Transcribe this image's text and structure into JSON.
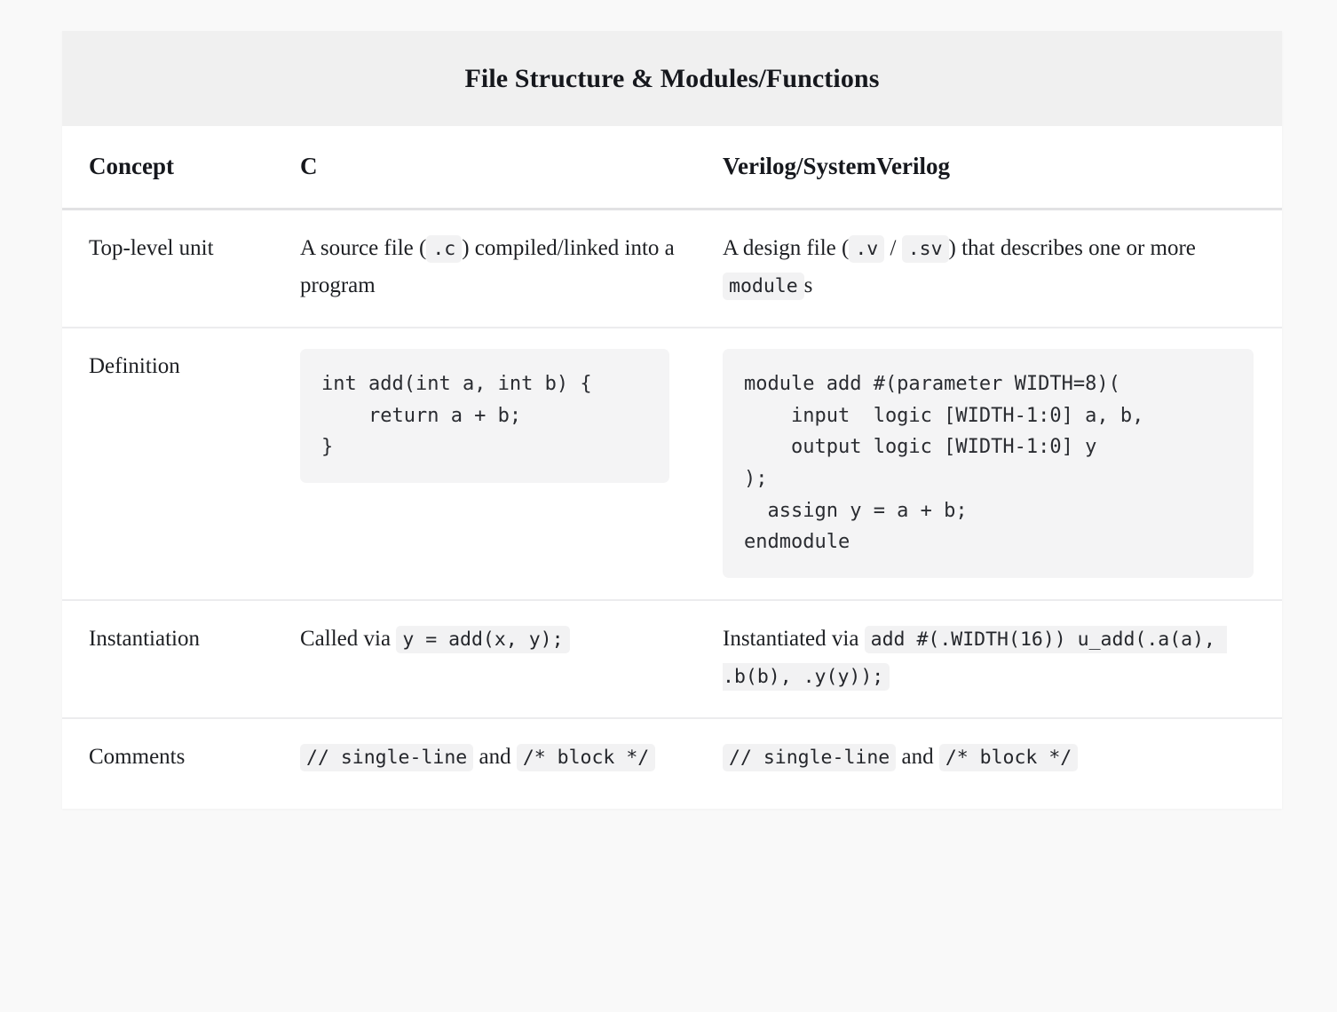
{
  "table": {
    "title": "File Structure & Modules/Functions",
    "columns": [
      {
        "key": "concept",
        "label": "Concept"
      },
      {
        "key": "c",
        "label": "C"
      },
      {
        "key": "verilog",
        "label": "Verilog/SystemVerilog"
      }
    ],
    "rows": [
      {
        "concept": "Top-level unit",
        "c": {
          "type": "rich-text",
          "segments": [
            {
              "kind": "text",
              "value": "A source file ("
            },
            {
              "kind": "code",
              "value": ".c"
            },
            {
              "kind": "text",
              "value": ") compiled/linked into a program"
            }
          ]
        },
        "verilog": {
          "type": "rich-text",
          "segments": [
            {
              "kind": "text",
              "value": "A design file ("
            },
            {
              "kind": "code",
              "value": ".v"
            },
            {
              "kind": "text",
              "value": " / "
            },
            {
              "kind": "code",
              "value": ".sv"
            },
            {
              "kind": "text",
              "value": ") that describes one or more "
            },
            {
              "kind": "code",
              "value": "module"
            },
            {
              "kind": "text",
              "value": "s"
            }
          ]
        }
      },
      {
        "concept": "Definition",
        "c": {
          "type": "code-block",
          "language": "c",
          "value": "int add(int a, int b) {\n    return a + b;\n}"
        },
        "verilog": {
          "type": "code-block",
          "language": "systemverilog",
          "value": "module add #(parameter WIDTH=8)(\n    input  logic [WIDTH-1:0] a, b,\n    output logic [WIDTH-1:0] y\n);\n  assign y = a + b;\nendmodule"
        }
      },
      {
        "concept": "Instantiation",
        "c": {
          "type": "rich-text",
          "segments": [
            {
              "kind": "text",
              "value": "Called via "
            },
            {
              "kind": "code",
              "value": "y = add(x, y);"
            }
          ]
        },
        "verilog": {
          "type": "rich-text",
          "segments": [
            {
              "kind": "text",
              "value": "Instantiated via "
            },
            {
              "kind": "code",
              "value": "add #(.WIDTH(16)) u_add(.a(a), .b(b), .y(y));"
            }
          ]
        }
      },
      {
        "concept": "Comments",
        "c": {
          "type": "rich-text",
          "segments": [
            {
              "kind": "code",
              "value": "// single-line"
            },
            {
              "kind": "text",
              "value": " and "
            },
            {
              "kind": "code",
              "value": "/* block */"
            }
          ]
        },
        "verilog": {
          "type": "rich-text",
          "segments": [
            {
              "kind": "code",
              "value": "// single-line"
            },
            {
              "kind": "text",
              "value": " and "
            },
            {
              "kind": "code",
              "value": "/* block */"
            }
          ]
        }
      }
    ]
  },
  "colors": {
    "page_background": "#f9f9f9",
    "table_background": "#ffffff",
    "title_band": "#f0f0f0",
    "code_background": "#f4f4f5",
    "inline_code_background": "#f2f2f3",
    "text": "#1d1f23",
    "divider": "#ececee",
    "header_divider": "#e2e2e4"
  }
}
